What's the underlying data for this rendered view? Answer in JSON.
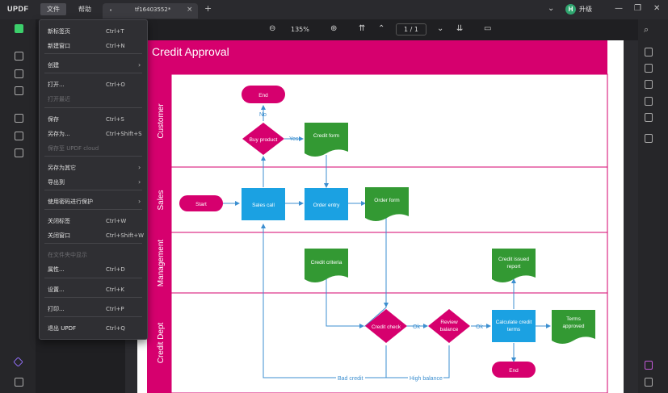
{
  "app": {
    "logo": "UPDF"
  },
  "menubar": {
    "file": "文件",
    "help": "帮助"
  },
  "tab": {
    "dot": "•",
    "title": "tf16403552*",
    "close": "×",
    "add": "+"
  },
  "account": {
    "avatar": "H",
    "upgrade": "升级"
  },
  "toolbar": {
    "zoom": "135%",
    "page": "1 / 1"
  },
  "file_menu": [
    {
      "label": "新标签页",
      "shortcut": "Ctrl+T"
    },
    {
      "label": "新建窗口",
      "shortcut": "Ctrl+N"
    },
    {
      "label": "创建",
      "submenu": true
    },
    {
      "label": "打开...",
      "shortcut": "Ctrl+O"
    },
    {
      "label": "打开最近",
      "disabled": true
    },
    {
      "label": "保存",
      "shortcut": "Ctrl+S"
    },
    {
      "label": "另存为...",
      "shortcut": "Ctrl+Shift+S"
    },
    {
      "label": "保存至 UPDF cloud",
      "disabled": true
    },
    {
      "label": "另存为其它",
      "submenu": true
    },
    {
      "label": "导出到",
      "submenu": true
    },
    {
      "label": "使用密码进行保护",
      "submenu": true
    },
    {
      "label": "关闭标签",
      "shortcut": "Ctrl+W"
    },
    {
      "label": "关闭窗口",
      "shortcut": "Ctrl+Shift+W"
    },
    {
      "label": "在文件夹中显示",
      "disabled": true
    },
    {
      "label": "属性...",
      "shortcut": "Ctrl+D"
    },
    {
      "label": "设置...",
      "shortcut": "Ctrl+K"
    },
    {
      "label": "打印...",
      "shortcut": "Ctrl+P"
    },
    {
      "label": "退出 UPDF",
      "shortcut": "Ctrl+Q"
    }
  ],
  "document": {
    "title": "Credit Approval",
    "lanes": [
      "Customer",
      "Sales",
      "Management",
      "Credit Dept"
    ],
    "shapes": {
      "end_top": "End",
      "buy_product": "Buy product",
      "credit_form_customer": "Credit form",
      "start": "Start",
      "sales_call": "Sales call",
      "order_entry": "Order entry",
      "order_form": "Order form",
      "credit_criteria": "Credit criteria",
      "credit_issued_report": [
        "Credit issued",
        "report"
      ],
      "credit_check": "Credit check",
      "review_balance": [
        "Review",
        "balance"
      ],
      "calculate_credit_terms": [
        "Calculate credit",
        "terms"
      ],
      "terms_approved": [
        "Terms",
        "approved"
      ],
      "end_bottom": "End"
    },
    "connector_labels": {
      "no": "No",
      "yes": "Yes",
      "ok1": "Ok",
      "ok2": "Ok",
      "bad_credit": "Bad credit",
      "high_balance": "High balance"
    },
    "colors": {
      "magenta": "#d6006e",
      "blue": "#1ba1e2",
      "green": "#339933",
      "line": "#3c8fd0"
    }
  }
}
